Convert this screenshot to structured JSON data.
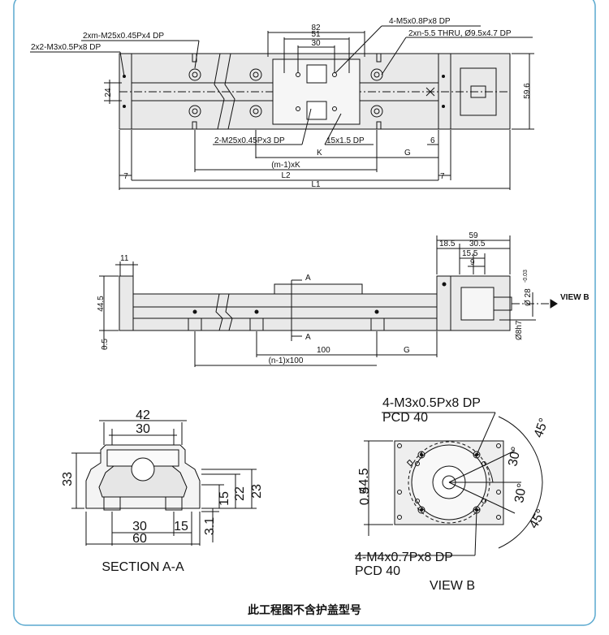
{
  "colors": {
    "frame_border": "#5aa9cf",
    "line": "#111111",
    "body_fill": "#e6e6e6",
    "body_dark": "#cfcfcf"
  },
  "top_view": {
    "dims": {
      "d82": "82",
      "d51": "51",
      "d30": "30",
      "m5_hole": "4-M5x0.8Px8 DP",
      "thru_hole": "2xn-5.5 THRU, Ø9.5x4.7 DP",
      "xm_hole": "2xm-M25x0.45Px4 DP",
      "m3_hole": "2x2-M3x0.5Px8 DP",
      "d24": "24",
      "d59_6": "59.6",
      "m25_hole": "2-M25x0.45Px3 DP",
      "slot": "15x1.5 DP",
      "d6": "6",
      "k": "K",
      "g": "G",
      "m1k": "(m-1)xK",
      "d7_left": "7",
      "d7_right": "7",
      "l2": "L2",
      "l1": "L1"
    }
  },
  "side_view": {
    "dims": {
      "d59": "59",
      "d18_5": "18.5",
      "d30_5": "30.5",
      "d15_5": "15.5",
      "d9": "9",
      "d11": "11",
      "d44_5": "44.5",
      "d0_5": "0.5",
      "a_top": "A",
      "a_bottom": "A",
      "d100": "100",
      "g": "G",
      "n1": "(n-1)x100",
      "view_b": "VIEW B",
      "shaft1": "Ø 28",
      "shaft1_tol": "-0.03",
      "shaft1_tol2": "0",
      "shaft2": "Ø8h7"
    }
  },
  "section_aa": {
    "dims": {
      "d42": "42",
      "d30_top": "30",
      "d33": "33",
      "d15": "15",
      "d22": "22",
      "d23": "23",
      "d30_bottom": "30",
      "d15_bottom": "15",
      "d60": "60",
      "d3_1": "3.1"
    },
    "title": "SECTION A-A"
  },
  "view_b": {
    "dims": {
      "m3": "4-M3x0.5Px8 DP",
      "pcd_top": "PCD 40",
      "d44_5": "44.5",
      "d0_5": "0.5",
      "a45_top": "45°",
      "a30_top": "30°",
      "a30_bottom": "30°",
      "a45_bottom": "45°",
      "m4": "4-M4x0.7Px8 DP",
      "pcd_bottom": "PCD 40"
    },
    "title": "VIEW B"
  },
  "caption": "此工程图不含护盖型号"
}
